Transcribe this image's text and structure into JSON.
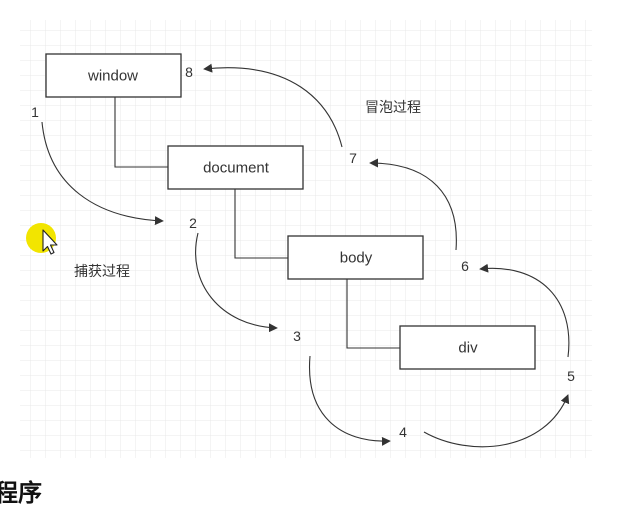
{
  "nodes": {
    "window": "window",
    "document": "document",
    "body": "body",
    "div": "div"
  },
  "steps": [
    "1",
    "2",
    "3",
    "4",
    "5",
    "6",
    "7",
    "8"
  ],
  "phases": {
    "capture": "捕获过程",
    "bubble": "冒泡过程"
  },
  "bottom_text": "程序",
  "colors": {
    "cursor_highlight": "#f2e500",
    "grid_line": "#e6e6e6",
    "stroke": "#333333"
  }
}
